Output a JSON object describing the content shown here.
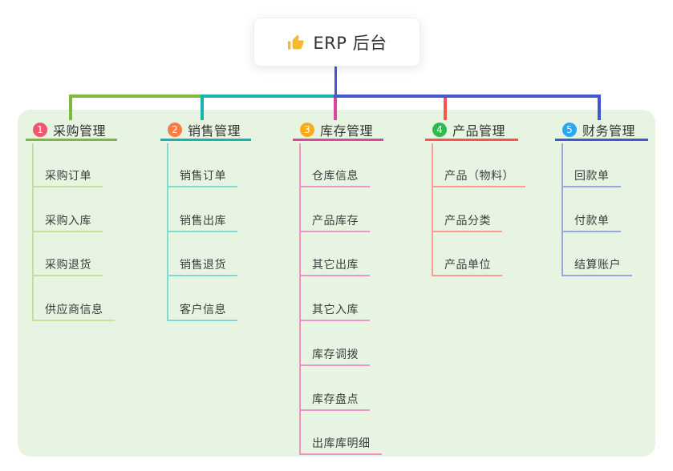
{
  "root": {
    "label": "ERP 后台",
    "icon": "thumbs-up-icon",
    "icon_color": "#f7b92c"
  },
  "canvas": {
    "page_bg": "#ffffff",
    "panel_bg": "#e7f4e2",
    "root_line_color": "#4a57d0"
  },
  "branches": [
    {
      "num": "1",
      "title": "采购管理",
      "badge_color": "#f2566e",
      "line_color": "#7cb93e",
      "child_line_color": "#c3e09c",
      "children": [
        "采购订单",
        "采购入库",
        "采购退货",
        "供应商信息"
      ]
    },
    {
      "num": "2",
      "title": "销售管理",
      "badge_color": "#f97b45",
      "line_color": "#17b3ac",
      "child_line_color": "#82d8d2",
      "children": [
        "销售订单",
        "销售出库",
        "销售退货",
        "客户信息"
      ]
    },
    {
      "num": "3",
      "title": "库存管理",
      "badge_color": "#fbab18",
      "line_color": "#d8499e",
      "child_line_color": "#ef94c8",
      "children": [
        "仓库信息",
        "产品库存",
        "其它出库",
        "其它入库",
        "库存调拨",
        "库存盘点",
        "出库库明细"
      ]
    },
    {
      "num": "4",
      "title": "产品管理",
      "badge_color": "#2eba50",
      "line_color": "#f8544e",
      "child_line_color": "#f79d94",
      "children": [
        "产品（物料）",
        "产品分类",
        "产品单位"
      ]
    },
    {
      "num": "5",
      "title": "财务管理",
      "badge_color": "#2ba6f0",
      "line_color": "#4257ce",
      "child_line_color": "#9aa6dc",
      "children": [
        "回款单",
        "付款单",
        "结算账户"
      ]
    }
  ]
}
